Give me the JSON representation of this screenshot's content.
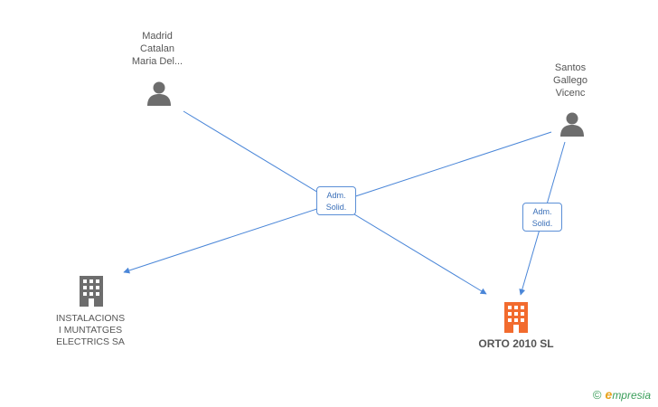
{
  "persons": [
    {
      "id": "madrid",
      "lines": [
        "Madrid",
        "Catalan",
        "Maria Del..."
      ]
    },
    {
      "id": "santos",
      "lines": [
        "Santos",
        "Gallego",
        "Vicenc"
      ]
    }
  ],
  "companies": [
    {
      "id": "instalacions",
      "lines": [
        "INSTALACIONS",
        "I MUNTATGES",
        "ELECTRICS SA"
      ],
      "color": "#6d6d6d"
    },
    {
      "id": "orto",
      "lines": [
        "ORTO 2010 SL"
      ],
      "color": "#f26b2e"
    }
  ],
  "relations": [
    {
      "id": "rel-center",
      "lines": [
        "Adm.",
        "Solid."
      ]
    },
    {
      "id": "rel-right",
      "lines": [
        "Adm.",
        "Solid."
      ]
    }
  ],
  "brand": {
    "copyright": "©",
    "e": "e",
    "rest": "mpresia"
  },
  "colors": {
    "edge": "#4a86d8",
    "person": "#6d6d6d"
  }
}
